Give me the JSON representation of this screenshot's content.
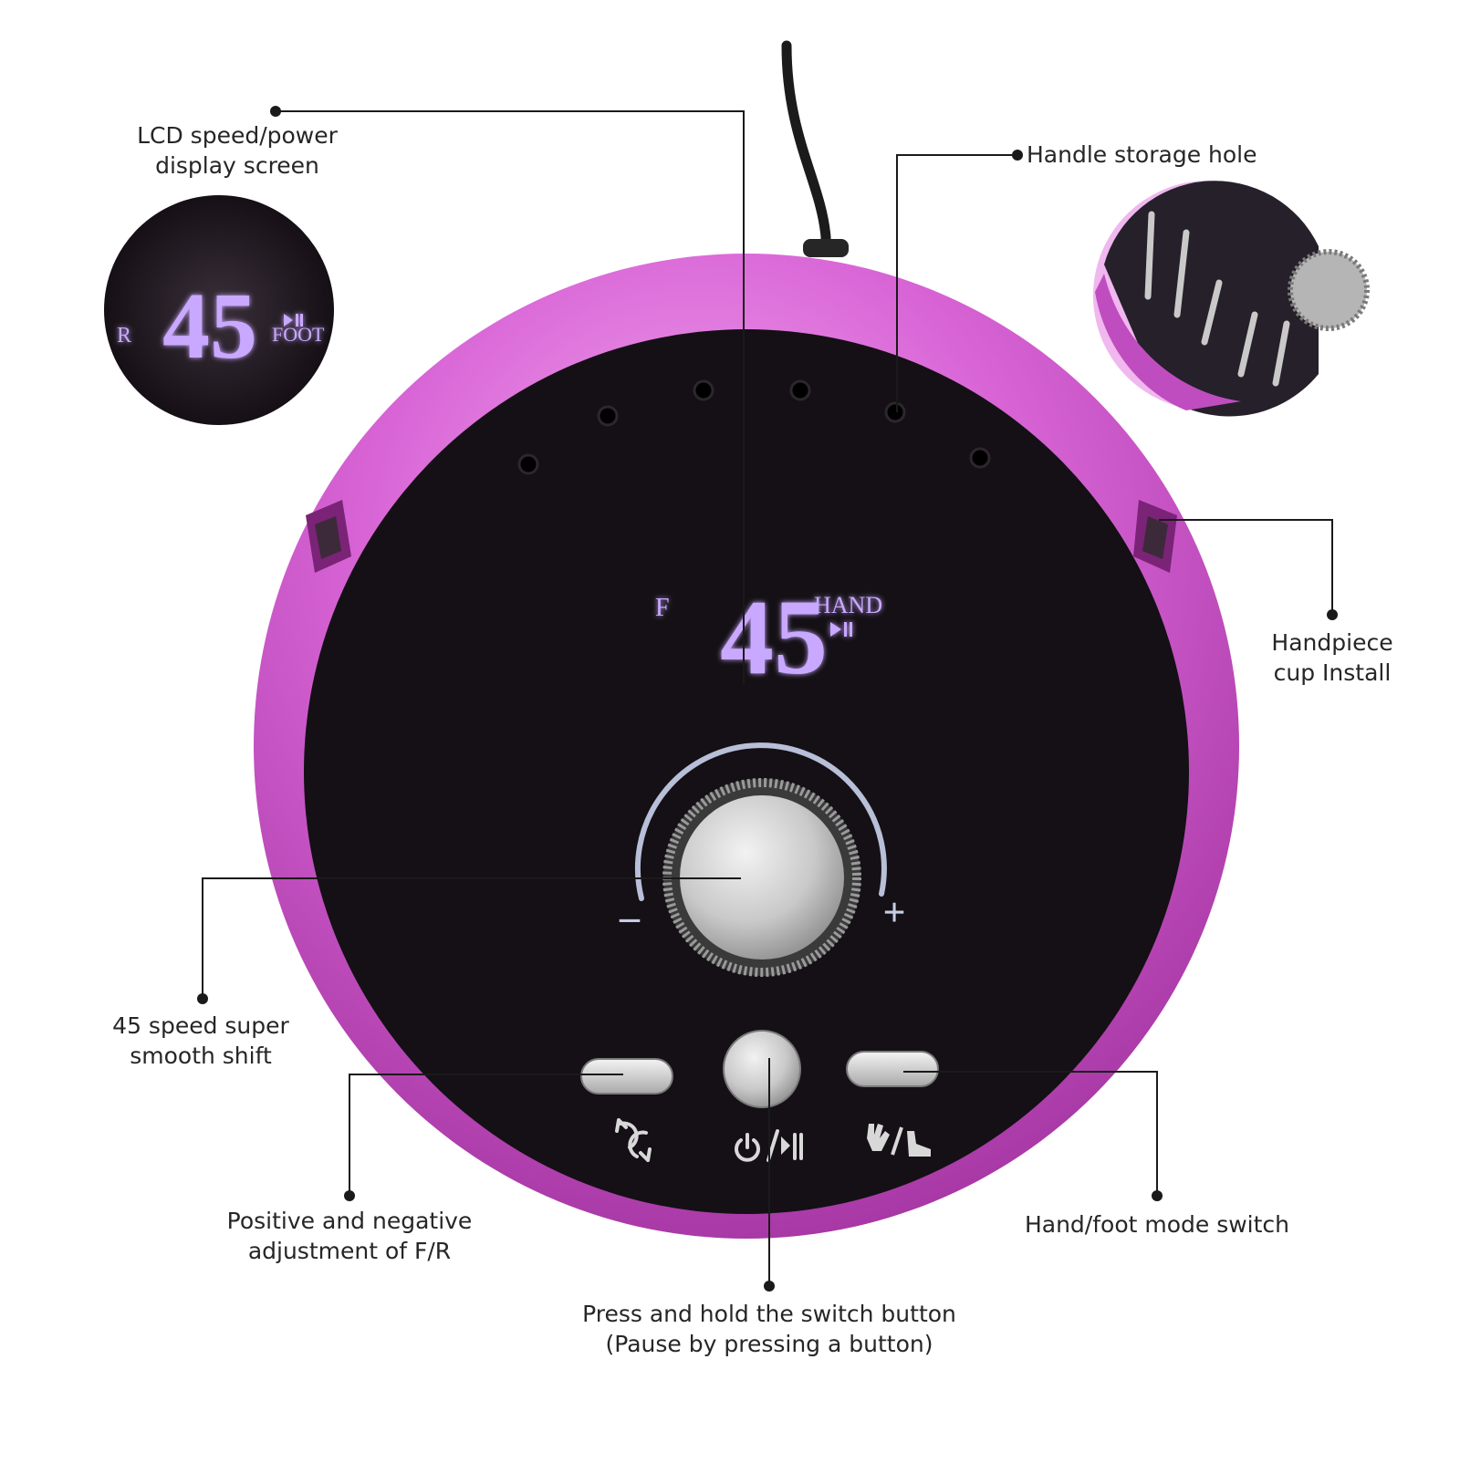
{
  "labels": {
    "lcd_display": {
      "line1": "LCD speed/power",
      "line2": "display screen"
    },
    "handle_storage": {
      "line1": "Handle storage hole"
    },
    "handpiece_cup": {
      "line1": "Handpiece",
      "line2": "cup Install"
    },
    "speed_shift": {
      "line1": "45 speed super",
      "line2": "smooth shift"
    },
    "fr_adjust": {
      "line1": "Positive and negative",
      "line2": "adjustment of F/R"
    },
    "mode_switch": {
      "line1": "Hand/foot mode switch"
    },
    "power_button": {
      "line1": "Press and hold the switch button",
      "line2": "(Pause by pressing a button)"
    }
  },
  "inset_display": {
    "speed": "45",
    "direction": "R",
    "mode": "FOOT"
  },
  "main_display": {
    "speed": "45",
    "direction": "F",
    "mode": "HAND"
  },
  "knob": {
    "minus": "–",
    "plus": "+"
  },
  "colors": {
    "body_pink": "#d45fd2",
    "panel_black": "#141015",
    "lcd_purple": "#c9a8ff",
    "leader_line": "#1a1a1a"
  }
}
